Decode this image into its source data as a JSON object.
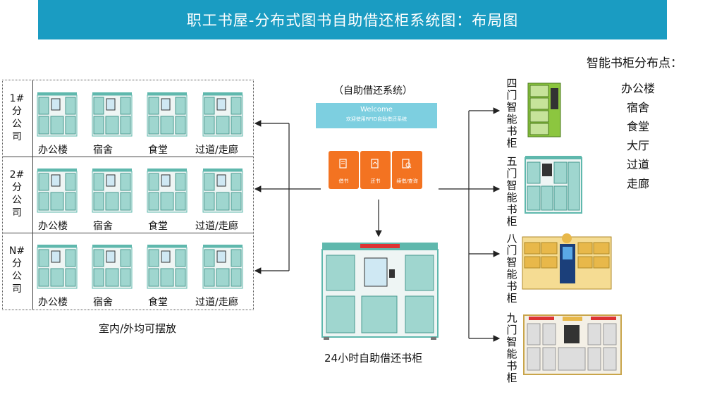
{
  "banner": {
    "title": "职工书屋-分布式图书自助借还柜系统图：布局图"
  },
  "branches": [
    {
      "label": "1#\n分\n公\n司",
      "locations": [
        "办公楼",
        "宿舍",
        "食堂",
        "过道/走廊"
      ]
    },
    {
      "label": "2#\n分\n公\n司",
      "locations": [
        "办公楼",
        "宿舍",
        "食堂",
        "过道/走廊"
      ]
    },
    {
      "label": "N#\n分\n公\n司",
      "locations": [
        "办公楼",
        "宿舍",
        "食堂",
        "过道/走廊"
      ]
    }
  ],
  "indoor_note": "室内/外均可摆放",
  "system": {
    "title": "（自助借还系统）",
    "welcome_title": "Welcome",
    "welcome_sub": "欢迎使用RFID自助借还系统",
    "buttons": [
      {
        "label": "借书",
        "icon": "book-icon"
      },
      {
        "label": "还书",
        "icon": "return-book-icon"
      },
      {
        "label": "续借/查询",
        "icon": "search-book-icon"
      }
    ]
  },
  "main_cabinet_label": "24小时自助借还书柜",
  "smart_cabinets": [
    {
      "label": "四\n门\n智\n能\n书\n柜"
    },
    {
      "label": "五\n门\n智\n能\n书\n柜"
    },
    {
      "label": "八\n门\n智\n能\n书\n柜"
    },
    {
      "label": "九\n门\n智\n能\n书\n柜"
    }
  ],
  "distribution": {
    "title": "智能书柜分布点：",
    "points": [
      "办公楼",
      "宿舍",
      "食堂",
      "大厅",
      "过道",
      "走廊"
    ]
  },
  "colors": {
    "banner": "#1a9cc2",
    "accent_orange": "#f37321",
    "cabinet_teal": "#5fb8ad",
    "cabinet_green": "#8cc63f",
    "cabinet_gold": "#e8b84a"
  }
}
